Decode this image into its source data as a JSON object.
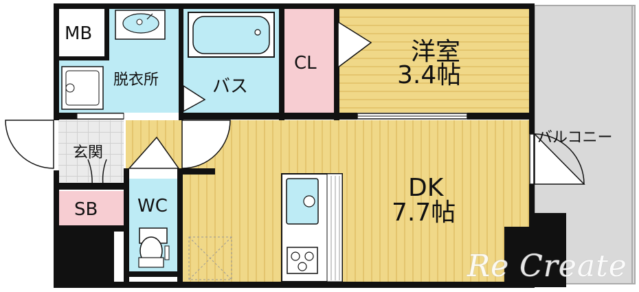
{
  "rooms": {
    "western": {
      "name": "洋室",
      "size": "3.4帖"
    },
    "dk": {
      "name": "DK",
      "size": "7.7帖"
    },
    "closet": "CL",
    "bath": "バス",
    "dressing": "脱衣所",
    "meter_box": "MB",
    "entrance": "玄関",
    "shoe_box": "SB",
    "toilet": "WC",
    "balcony": "バルコニー"
  },
  "watermark": "Re Create",
  "colors": {
    "wall": "#111111",
    "wood_floor": "#F0D888",
    "wood_stripe": "#E4C56E",
    "wet_area": "#BDEBF5",
    "closet": "#F7CDD2",
    "balcony": "#D9D9D9",
    "entrance_tile": "#E6E6E6"
  }
}
